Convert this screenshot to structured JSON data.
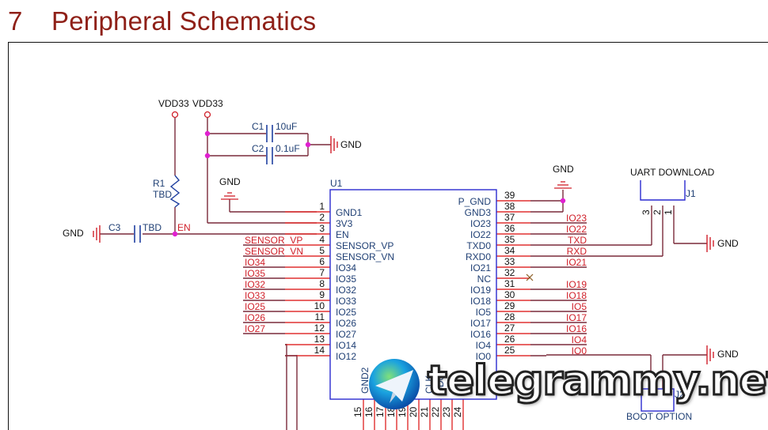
{
  "header": {
    "section_number": "7",
    "section_title": "Peripheral Schematics"
  },
  "power": {
    "vdd_left": "VDD33",
    "vdd_right": "VDD33",
    "gnd": "GND"
  },
  "components": {
    "c1": {
      "ref": "C1",
      "value": "10uF"
    },
    "c2": {
      "ref": "C2",
      "value": "0.1uF"
    },
    "c3": {
      "ref": "C3",
      "value": "TBD"
    },
    "r1": {
      "ref": "R1",
      "value": "TBD"
    },
    "en_net": "EN",
    "u1_ref": "U1",
    "j1": {
      "ref": "J1",
      "name": "UART DOWNLOAD",
      "pins": [
        "3",
        "2",
        "1"
      ]
    },
    "j2": {
      "ref": "J2",
      "name": "BOOT OPTION"
    }
  },
  "u1_left_pins": [
    {
      "num": "1",
      "name": "GND1",
      "net": ""
    },
    {
      "num": "2",
      "name": "3V3",
      "net": ""
    },
    {
      "num": "3",
      "name": "EN",
      "net": ""
    },
    {
      "num": "4",
      "name": "SENSOR_VP",
      "net": "SENSOR_VP"
    },
    {
      "num": "5",
      "name": "SENSOR_VN",
      "net": "SENSOR_VN"
    },
    {
      "num": "6",
      "name": "IO34",
      "net": "IO34"
    },
    {
      "num": "7",
      "name": "IO35",
      "net": "IO35"
    },
    {
      "num": "8",
      "name": "IO32",
      "net": "IO32"
    },
    {
      "num": "9",
      "name": "IO33",
      "net": "IO33"
    },
    {
      "num": "10",
      "name": "IO25",
      "net": "IO25"
    },
    {
      "num": "11",
      "name": "IO26",
      "net": "IO26"
    },
    {
      "num": "12",
      "name": "IO27",
      "net": "IO27"
    },
    {
      "num": "13",
      "name": "IO14",
      "net": ""
    },
    {
      "num": "14",
      "name": "IO12",
      "net": ""
    }
  ],
  "u1_right_pins": [
    {
      "num": "39",
      "name": "P_GND",
      "net": ""
    },
    {
      "num": "38",
      "name": "GND3",
      "net": ""
    },
    {
      "num": "37",
      "name": "IO23",
      "net": "IO23"
    },
    {
      "num": "36",
      "name": "IO22",
      "net": "IO22"
    },
    {
      "num": "35",
      "name": "TXD0",
      "net": "TXD"
    },
    {
      "num": "34",
      "name": "RXD0",
      "net": "RXD"
    },
    {
      "num": "33",
      "name": "IO21",
      "net": "IO21"
    },
    {
      "num": "32",
      "name": "NC",
      "net": ""
    },
    {
      "num": "31",
      "name": "IO19",
      "net": "IO19"
    },
    {
      "num": "30",
      "name": "IO18",
      "net": "IO18"
    },
    {
      "num": "29",
      "name": "IO5",
      "net": "IO5"
    },
    {
      "num": "28",
      "name": "IO17",
      "net": "IO17"
    },
    {
      "num": "27",
      "name": "IO16",
      "net": "IO16"
    },
    {
      "num": "26",
      "name": "IO4",
      "net": "IO4"
    },
    {
      "num": "25",
      "name": "IO0",
      "net": "IO0"
    }
  ],
  "u1_bottom_pins": [
    "15",
    "16",
    "17",
    "18",
    "19",
    "20",
    "21",
    "22",
    "23",
    "24"
  ],
  "u1_bottom_names": [
    "GND2",
    "CLK",
    "SD0"
  ],
  "watermark": {
    "text": "telegrammy.net"
  }
}
